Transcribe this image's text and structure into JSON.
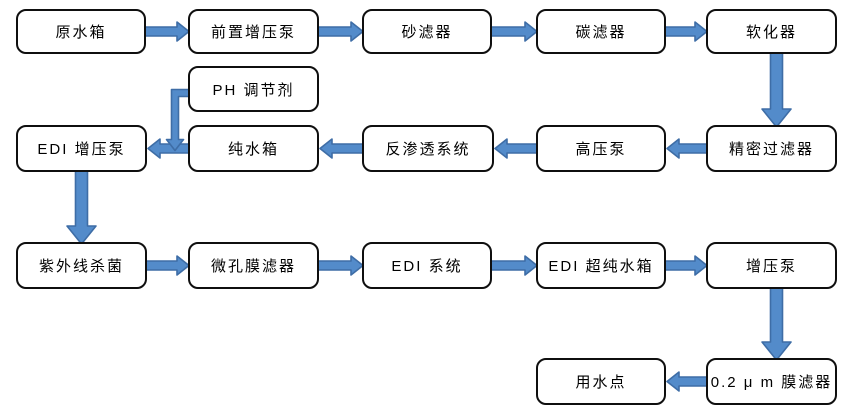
{
  "diagram": {
    "type": "flowchart",
    "background": "#ffffff",
    "colors": {
      "box_fill": "#ffffff",
      "box_border": "#0f0f0f",
      "label_text": "#000000",
      "arrow_fill": "#538bca",
      "arrow_stroke": "#3e6da6"
    },
    "nodes": [
      {
        "id": "raw-water-tank",
        "label": "原水箱"
      },
      {
        "id": "pre-booster-pump",
        "label": "前置增压泵"
      },
      {
        "id": "sand-filter",
        "label": "砂滤器"
      },
      {
        "id": "carbon-filter",
        "label": "碳滤器"
      },
      {
        "id": "softener",
        "label": "软化器"
      },
      {
        "id": "ph-adjuster",
        "label": "PH 调节剂"
      },
      {
        "id": "edi-booster-pump",
        "label": "EDI 增压泵"
      },
      {
        "id": "pure-water-tank",
        "label": "纯水箱"
      },
      {
        "id": "ro-system",
        "label": "反渗透系统"
      },
      {
        "id": "high-pressure-pump",
        "label": "高压泵"
      },
      {
        "id": "precision-filter",
        "label": "精密过滤器"
      },
      {
        "id": "uv-sterilizer",
        "label": "紫外线杀菌"
      },
      {
        "id": "micropore-membrane-filter",
        "label": "微孔膜滤器"
      },
      {
        "id": "edi-system",
        "label": "EDI 系统"
      },
      {
        "id": "edi-ultrapure-tank",
        "label": "EDI 超纯水箱"
      },
      {
        "id": "booster-pump",
        "label": "增压泵"
      },
      {
        "id": "point-of-use",
        "label": "用水点"
      },
      {
        "id": "membrane-filter-02um",
        "label": "0.2 μ m 膜滤器"
      }
    ],
    "edges": [
      {
        "from": "raw-water-tank",
        "to": "pre-booster-pump",
        "dir": "right"
      },
      {
        "from": "pre-booster-pump",
        "to": "sand-filter",
        "dir": "right"
      },
      {
        "from": "sand-filter",
        "to": "carbon-filter",
        "dir": "right"
      },
      {
        "from": "carbon-filter",
        "to": "softener",
        "dir": "right"
      },
      {
        "from": "softener",
        "to": "precision-filter",
        "dir": "down"
      },
      {
        "from": "precision-filter",
        "to": "high-pressure-pump",
        "dir": "left"
      },
      {
        "from": "high-pressure-pump",
        "to": "ro-system",
        "dir": "left"
      },
      {
        "from": "ro-system",
        "to": "pure-water-tank",
        "dir": "left"
      },
      {
        "from": "pure-water-tank",
        "to": "edi-booster-pump",
        "dir": "left"
      },
      {
        "from": "ph-adjuster",
        "to": "edi-booster-pump",
        "dir": "elbow-down"
      },
      {
        "from": "edi-booster-pump",
        "to": "uv-sterilizer",
        "dir": "down"
      },
      {
        "from": "uv-sterilizer",
        "to": "micropore-membrane-filter",
        "dir": "right"
      },
      {
        "from": "micropore-membrane-filter",
        "to": "edi-system",
        "dir": "right"
      },
      {
        "from": "edi-system",
        "to": "edi-ultrapure-tank",
        "dir": "right"
      },
      {
        "from": "edi-ultrapure-tank",
        "to": "booster-pump",
        "dir": "right"
      },
      {
        "from": "booster-pump",
        "to": "membrane-filter-02um",
        "dir": "down"
      },
      {
        "from": "membrane-filter-02um",
        "to": "point-of-use",
        "dir": "left"
      }
    ]
  }
}
